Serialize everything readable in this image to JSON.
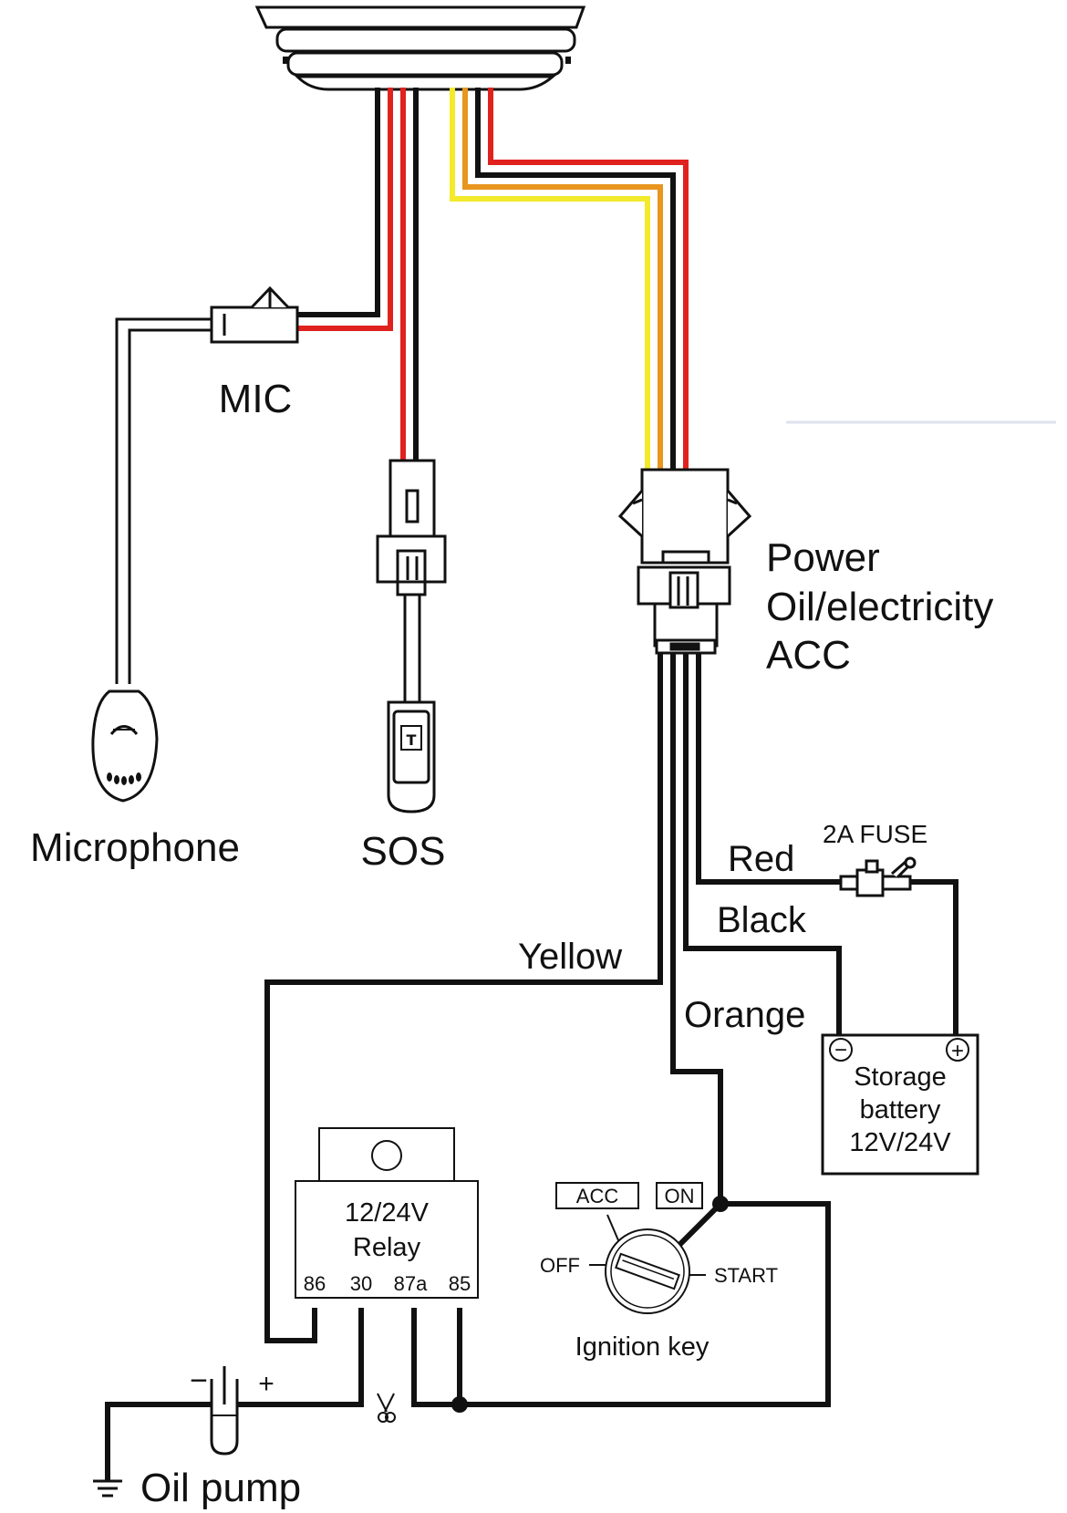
{
  "labels": {
    "mic": "MIC",
    "microphone": "Microphone",
    "sos": "SOS",
    "power": "Power",
    "oil_electricity": "Oil/electricity",
    "acc": "ACC",
    "red": "Red",
    "black": "Black",
    "yellow": "Yellow",
    "orange": "Orange",
    "fuse": "2A  FUSE",
    "battery_line1": "Storage",
    "battery_line2": "battery",
    "battery_line3": "12V/24V",
    "battery_minus": "−",
    "battery_plus": "+",
    "relay_line1": "12/24V",
    "relay_line2": "Relay",
    "relay_pins": [
      "86",
      "30",
      "87a",
      "85"
    ],
    "key_acc": "ACC",
    "key_on": "ON",
    "key_off": "OFF",
    "key_start": "START",
    "ignition_key": "Ignition key",
    "oil_pump": "Oil pump",
    "pump_minus": "−",
    "pump_plus": "+"
  },
  "colors": {
    "wire_black": "#111111",
    "wire_red": "#e0221f",
    "wire_orange": "#e8961e",
    "wire_yellow": "#f2ea2a"
  }
}
